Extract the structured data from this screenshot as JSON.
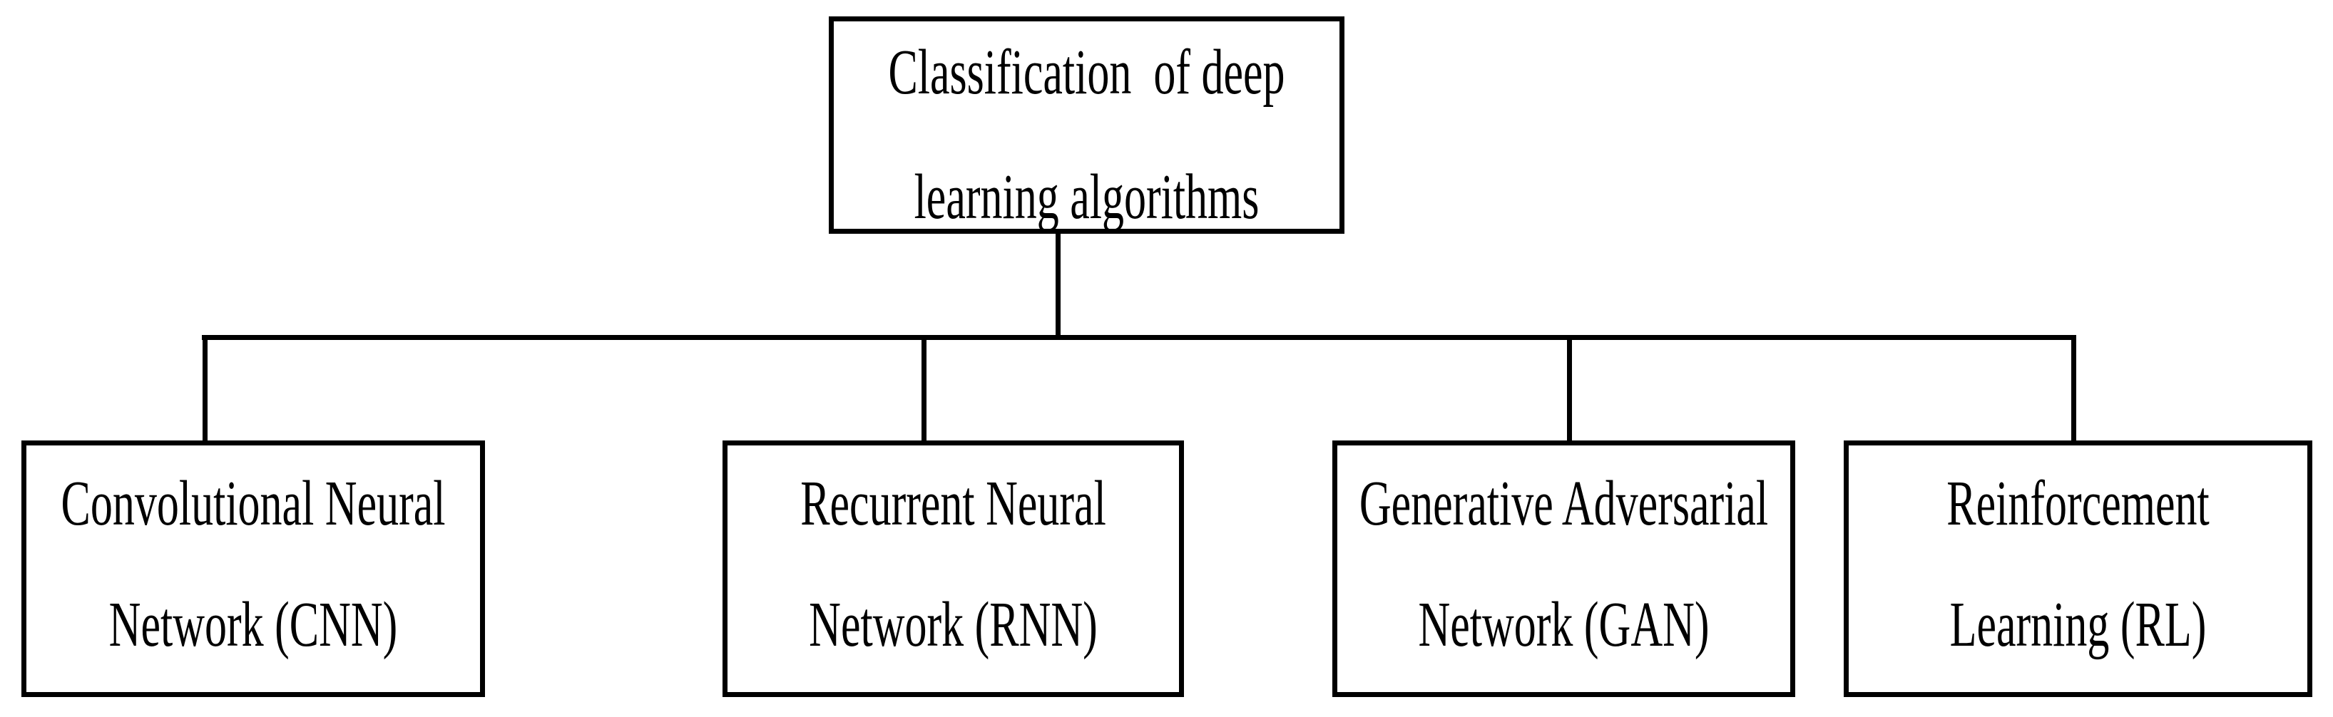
{
  "diagram": {
    "title": "Classification of deep learning algorithms hierarchy",
    "colors": {
      "background": "#ffffff",
      "line": "#000000",
      "text": "#000000"
    },
    "root": {
      "line1": "Classification  of deep",
      "line2": "learning algorithms"
    },
    "children": [
      {
        "id": "cnn",
        "line1": "Convolutional Neural",
        "line2": "Network (CNN)"
      },
      {
        "id": "rnn",
        "line1": "Recurrent Neural",
        "line2": "Network (RNN)"
      },
      {
        "id": "gan",
        "line1": "Generative Adversarial",
        "line2": "Network (GAN)"
      },
      {
        "id": "rl",
        "line1": "Reinforcement",
        "line2": "Learning (RL)"
      }
    ]
  }
}
